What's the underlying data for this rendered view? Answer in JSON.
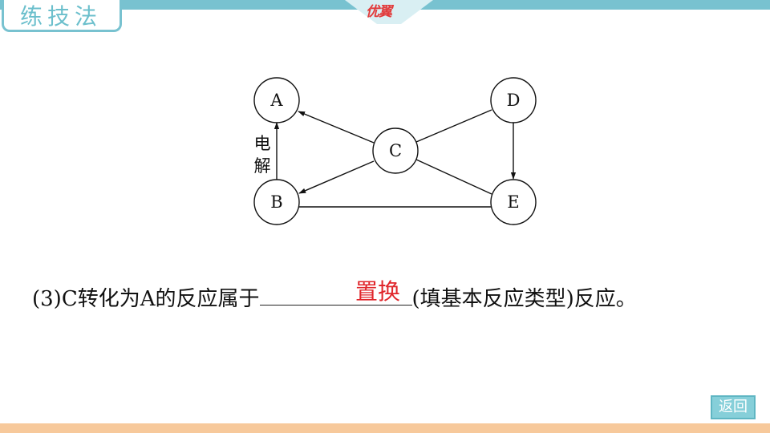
{
  "header": {
    "section_label": "练技法",
    "logo_text": "优翼"
  },
  "diagram": {
    "nodes": {
      "A": "A",
      "B": "B",
      "C": "C",
      "D": "D",
      "E": "E"
    },
    "edge_label_line1": "电",
    "edge_label_line2": "解"
  },
  "question": {
    "prefix": "(3)C转化为A的反应属于",
    "suffix": "(填基本反应类型)反应。",
    "answer": "置换"
  },
  "footer": {
    "return_label": "返回"
  },
  "colors": {
    "accent": "#78c2d0",
    "answer": "#e0262b",
    "bottom": "#f7c99b"
  }
}
